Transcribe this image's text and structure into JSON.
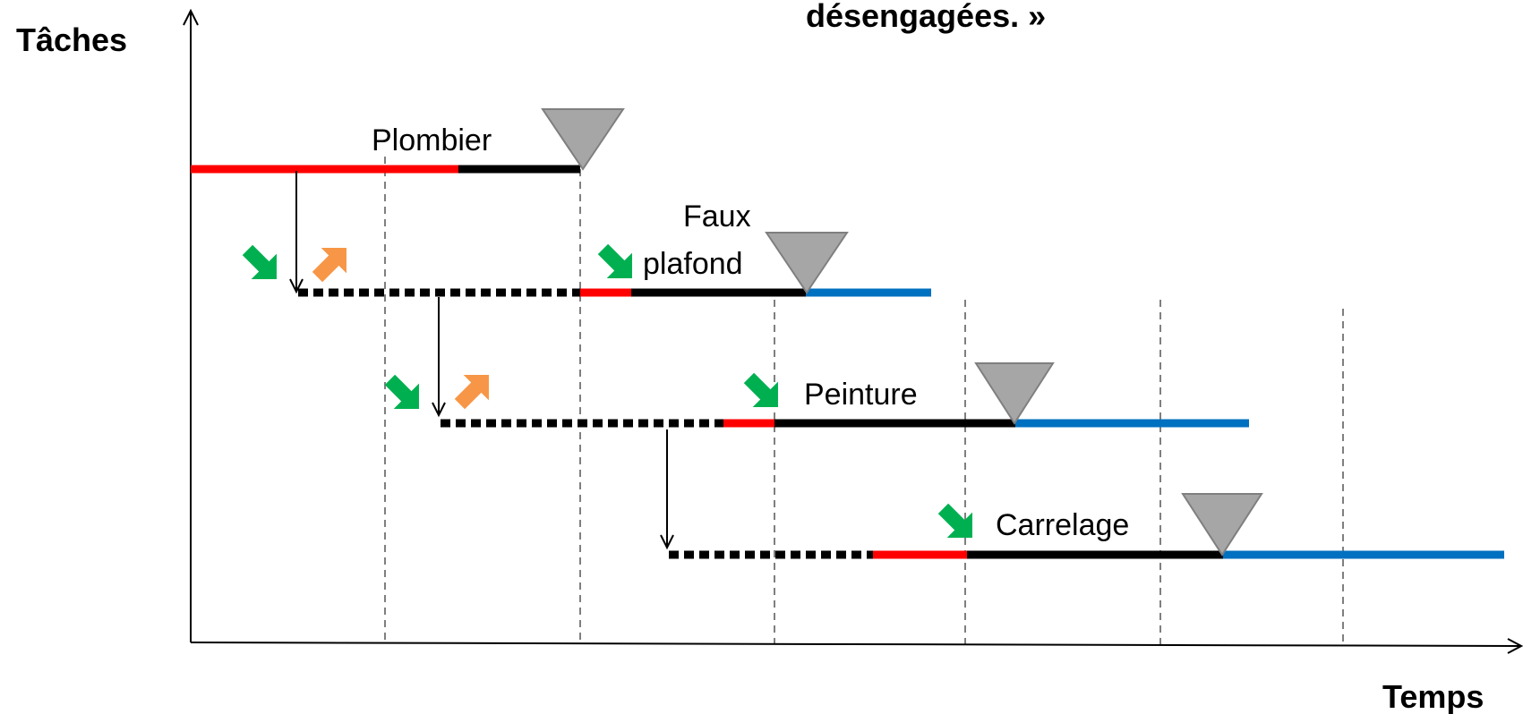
{
  "header": {
    "title_fragment": "désengagées. »"
  },
  "axes": {
    "y_label": "Tâches",
    "x_label": "Temps"
  },
  "tasks": [
    {
      "label": "Plombier"
    },
    {
      "label_line1": "Faux",
      "label_line2": "plafond"
    },
    {
      "label": "Peinture"
    },
    {
      "label": "Carrelage"
    }
  ],
  "colors": {
    "late_red": "#ff0000",
    "work_black": "#000000",
    "buffer_blue": "#0070c0",
    "green_arrow": "#00b050",
    "orange_arrow": "#f79646",
    "milestone_gray": "#a6a6a6",
    "grid_gray": "#7f7f7f"
  },
  "icons": [
    "down-arrow-icon",
    "green-diagonal-arrow-icon",
    "orange-diagonal-arrow-icon",
    "milestone-triangle-icon"
  ]
}
